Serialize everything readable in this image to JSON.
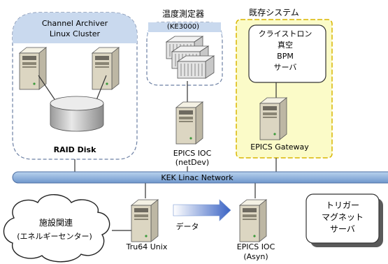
{
  "cluster": {
    "title_line1": "Channel Archiver",
    "title_line2": "Linux Cluster",
    "disk_label": "RAID Disk"
  },
  "thermo": {
    "title": "温度測定器",
    "model": "(KE3000)",
    "ioc_line1": "EPICS IOC",
    "ioc_line2": "(netDev)"
  },
  "legacy": {
    "title": "既存システム",
    "systems": [
      "クライストロン",
      "真空",
      "BPM",
      "サーバ"
    ],
    "gateway_label": "EPICS Gateway"
  },
  "network": {
    "label": "KEK Linac Network"
  },
  "facility": {
    "line1": "施設関連",
    "line2": "(エネルギーセンター)"
  },
  "tru64": {
    "label": "Tru64 Unix"
  },
  "data_flow": {
    "label": "データ"
  },
  "asyn": {
    "line1": "EPICS IOC",
    "line2": "(Asyn)"
  },
  "trigger": {
    "line1": "トリガー",
    "line2": "マグネット",
    "line3": "サーバ"
  },
  "colors": {
    "network": "#8fb4de",
    "legacy_bg": "#fbfbc8",
    "legacy_border": "#d9b600",
    "cluster_header": "#c9d9ee",
    "arrow": "#3a63c4"
  }
}
